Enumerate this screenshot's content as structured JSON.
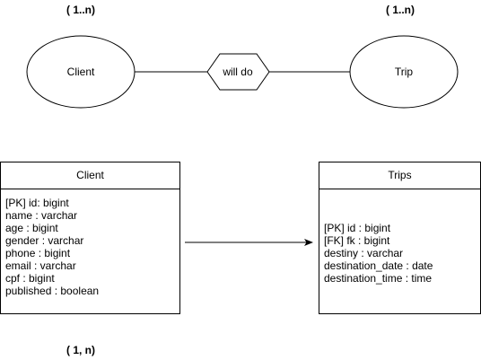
{
  "cardinality": {
    "client_top": "( 1..n)",
    "trip_top": "( 1..n)",
    "bottom": "( 1, n)"
  },
  "er": {
    "client": "Client",
    "relationship": "will do",
    "trip": "Trip"
  },
  "client_table": {
    "title": "Client",
    "fields": [
      "[PK] id: bigint",
      "name : varchar",
      "age : bigint",
      "gender : varchar",
      "phone : bigint",
      "email : varchar",
      "cpf : bigint",
      "published : boolean"
    ]
  },
  "trips_table": {
    "title": "Trips",
    "fields": [
      "[PK] id : bigint",
      "[FK] fk : bigint",
      "destiny : varchar",
      "destination_date : date",
      "destination_time : time"
    ]
  }
}
